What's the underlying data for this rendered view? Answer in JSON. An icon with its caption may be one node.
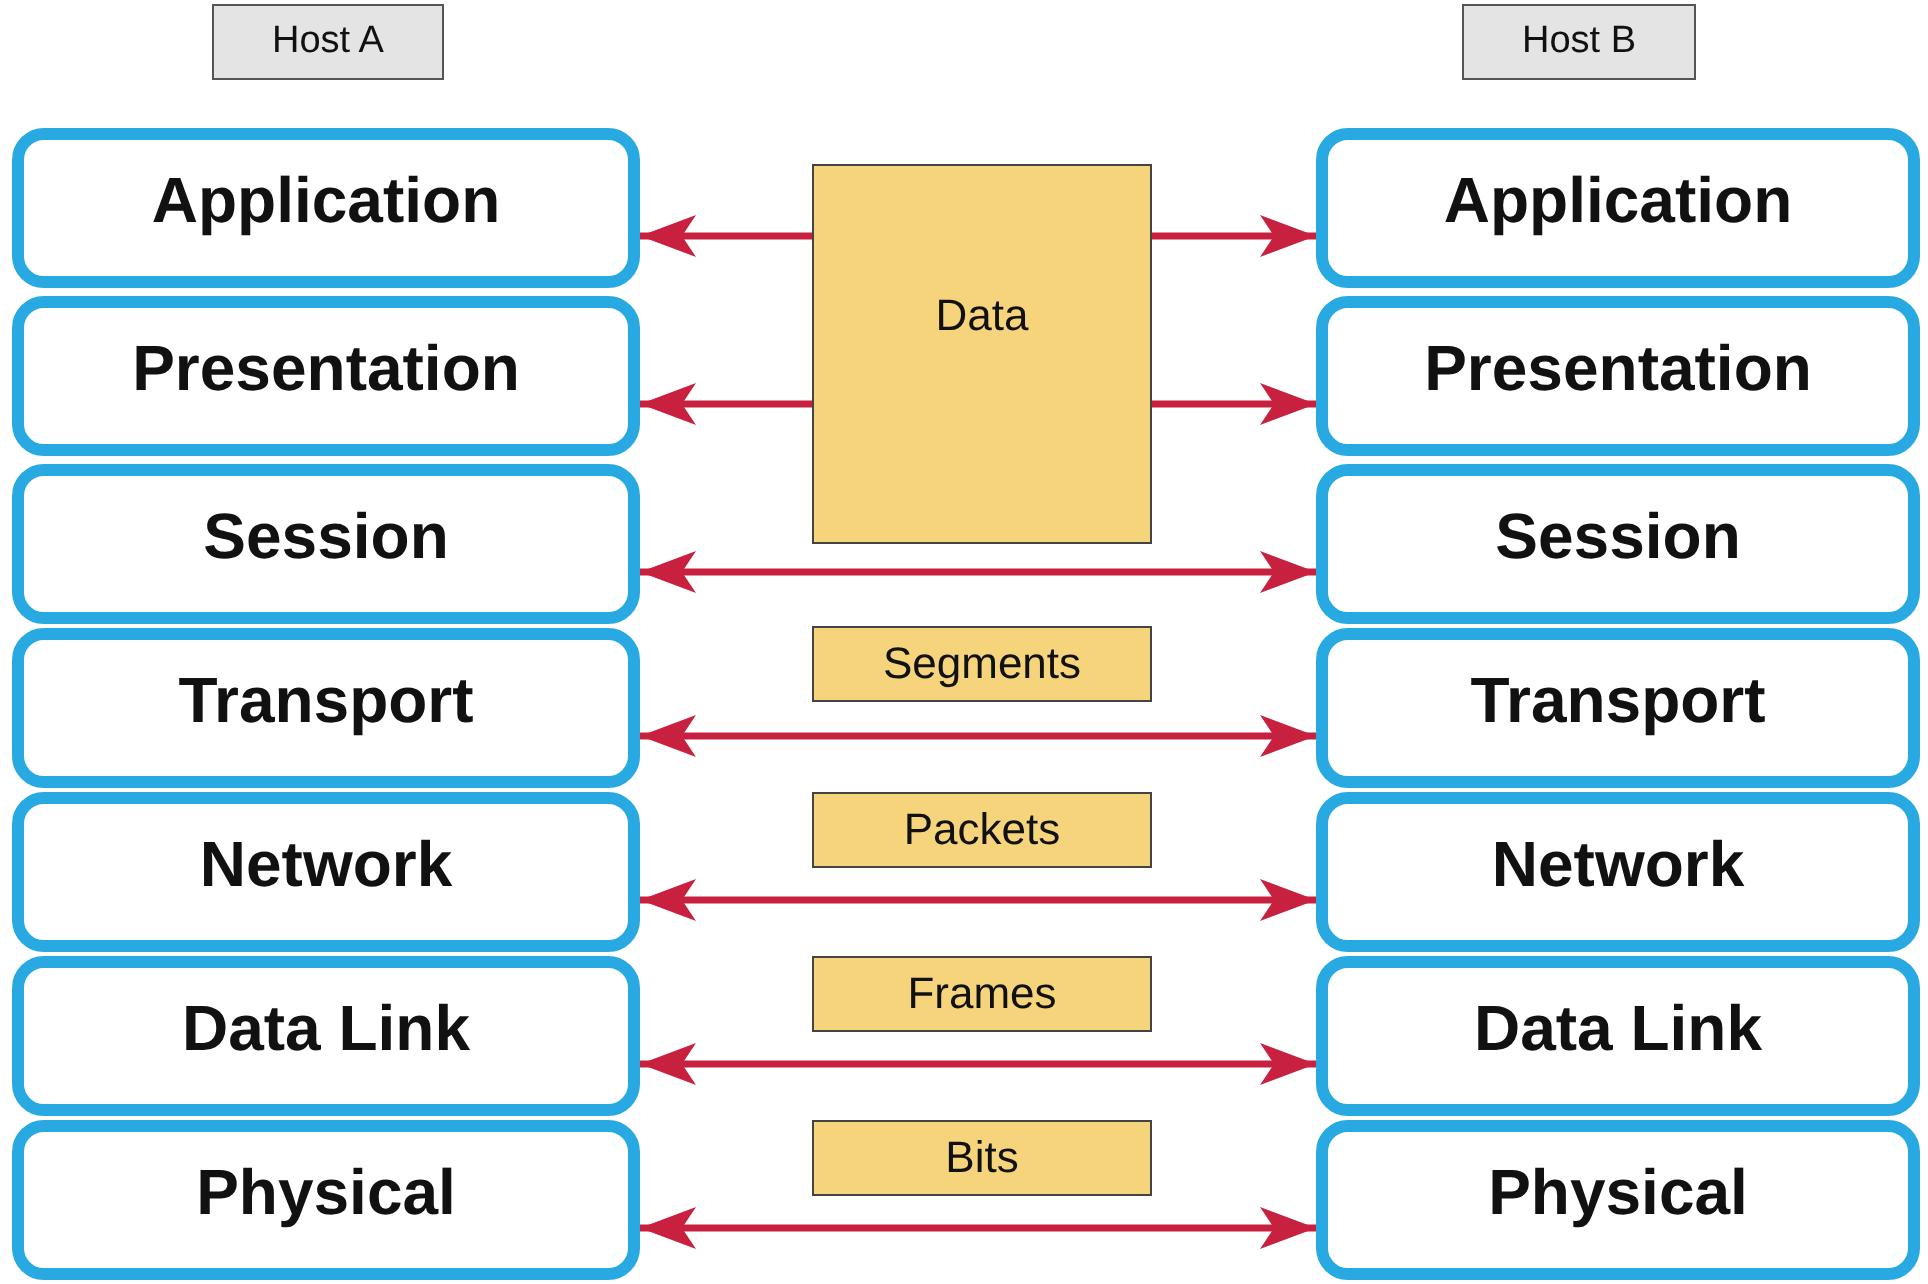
{
  "diagram": {
    "nodes": [
      {
        "text": [
          "Host A"
        ]
      },
      {
        "text": [
          "Host B"
        ]
      },
      {
        "text": [
          "Application"
        ]
      },
      {
        "text": [
          "Presentation"
        ]
      },
      {
        "text": [
          "Session"
        ]
      },
      {
        "text": [
          "Transport"
        ]
      },
      {
        "text": [
          "Network"
        ]
      },
      {
        "text": [
          "Data Link"
        ]
      },
      {
        "text": [
          "Physical"
        ]
      },
      {
        "text": [
          "Application"
        ]
      },
      {
        "text": [
          "Presentation"
        ]
      },
      {
        "text": [
          "Session"
        ]
      },
      {
        "text": [
          "Transport"
        ]
      },
      {
        "text": [
          "Network"
        ]
      },
      {
        "text": [
          "Data Link"
        ]
      },
      {
        "text": [
          "Physical"
        ]
      },
      {
        "text": [
          "Data"
        ]
      },
      {
        "text": [
          "Segments"
        ]
      },
      {
        "text": [
          "Packets"
        ]
      },
      {
        "text": [
          "Frames"
        ]
      },
      {
        "text": [
          "Bits"
        ]
      }
    ],
    "edges": [
      {
        "from": 16,
        "to": 2,
        "arrow": "to"
      },
      {
        "from": 16,
        "to": 9,
        "arrow": "to"
      },
      {
        "from": 16,
        "to": 3,
        "arrow": "to"
      },
      {
        "from": 16,
        "to": 10,
        "arrow": "to"
      },
      {
        "from": 4,
        "to": 11,
        "arrow": "both"
      },
      {
        "from": 5,
        "to": 12,
        "arrow": "both"
      },
      {
        "from": 6,
        "to": 13,
        "arrow": "both"
      },
      {
        "from": 7,
        "to": 14,
        "arrow": "both"
      },
      {
        "from": 8,
        "to": 15,
        "arrow": "both"
      }
    ]
  }
}
